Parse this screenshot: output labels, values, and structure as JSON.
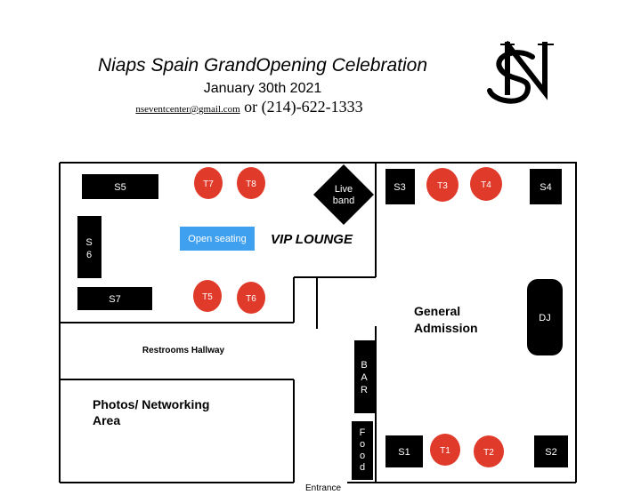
{
  "header": {
    "title": "Niaps Spain GrandOpening Celebration",
    "date": "January 30th 2021",
    "email": "nseventcenter@gmail.com",
    "or_text": "or",
    "phone": "(214)-622-1333",
    "logo_letters": "NS"
  },
  "areas": {
    "vip_lounge": "VIP LOUNGE",
    "general_admission_line1": "General",
    "general_admission_line2": "Admission",
    "restrooms": "Restrooms Hallway",
    "photos_line1": "Photos/ Networking",
    "photos_line2": "Area",
    "entrance": "Entrance",
    "open_seating": "Open seating",
    "live_band_line1": "Live",
    "live_band_line2": "band",
    "dj": "DJ",
    "bar_letters": [
      "B",
      "A",
      "R"
    ],
    "food_letters": [
      "F",
      "o",
      "o",
      "d"
    ]
  },
  "seating": {
    "sofas": [
      "S5",
      "S7",
      "S3",
      "S4",
      "S1",
      "S2"
    ],
    "sofa_vertical_letters": [
      "S",
      "6"
    ],
    "tables": [
      "T7",
      "T8",
      "T5",
      "T6",
      "T3",
      "T4",
      "T1",
      "T2"
    ]
  },
  "colors": {
    "table_red": "#e03a2a",
    "open_seating_blue": "#3fa0ef",
    "furniture_black": "#000000",
    "wall": "#000000"
  }
}
